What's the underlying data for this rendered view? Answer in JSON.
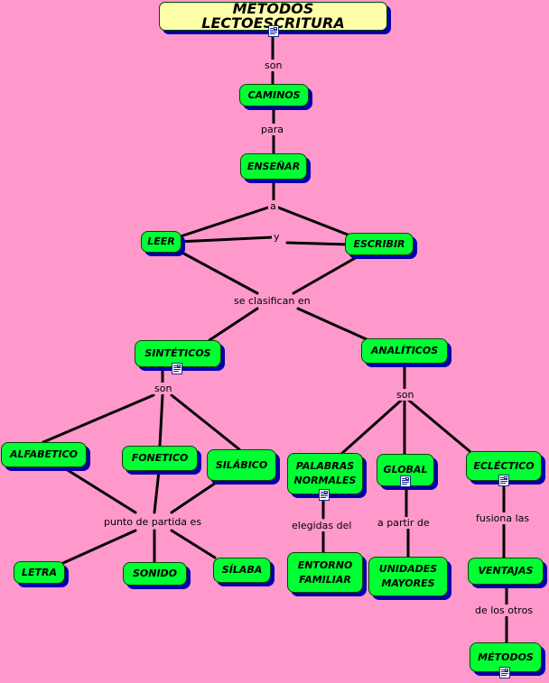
{
  "nodes": {
    "metodos_lectoescritura": "METODOS LECTOESCRITURA",
    "caminos": "CAMINOS",
    "ensenar": "ENSEÑAR",
    "leer": "LEER",
    "escribir": "ESCRIBIR",
    "sinteticos": "SINTÉTICOS",
    "analiticos": "ANALÍTICOS",
    "alfabetico": "ALFABETICO",
    "fonetico": "FONETICO",
    "silabico": "SILÁBICO",
    "palabras_normales": "PALABRAS NORMALES",
    "global": "GLOBAL",
    "eclectico": "ECLÉCTICO",
    "letra": "LETRA",
    "sonido": "SONIDO",
    "silaba": "SÍLABA",
    "entorno_familiar": "ENTORNO FAMILIAR",
    "unidades_mayores": "UNIDADES MAYORES",
    "ventajas": "VENTAJAS",
    "metodos": "MÉTODOS"
  },
  "links": {
    "son_1": "son",
    "para": "para",
    "a": "a",
    "y": "y",
    "se_clasifican_en": "se clasifican en",
    "son_2": "son",
    "son_3": "son",
    "punto_de_partida_es": "punto de partida es",
    "elegidas_del": "elegidas del",
    "a_partir_de": "a partir de",
    "fusiona_las": "fusiona las",
    "de_los_otros": "de los otros"
  },
  "colors": {
    "background": "#ff99cc",
    "node_fill": "#00ff33",
    "root_fill": "#ffffaa",
    "node_shadow": "#0000aa",
    "line": "#000000"
  },
  "icons": [
    "document-icon"
  ]
}
